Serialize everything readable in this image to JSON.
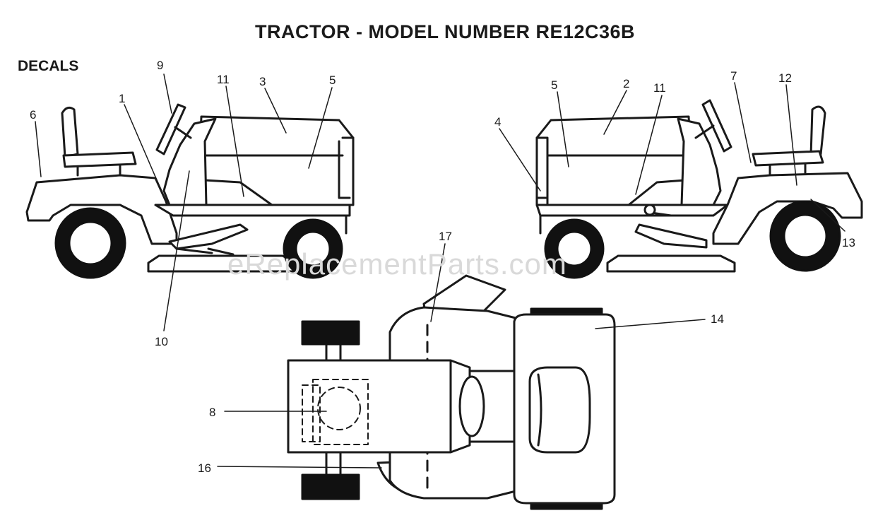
{
  "title": "TRACTOR  - MODEL NUMBER RE12C36B",
  "section": "DECALS",
  "watermark": "eReplacementParts.com",
  "colors": {
    "ink": "#1a1a1a",
    "fill": "#ffffff",
    "tire": "#111111",
    "watermark": "#d9d9d9"
  },
  "callouts": {
    "c1": "1",
    "c2": "2",
    "c3": "3",
    "c4": "4",
    "c5a": "5",
    "c5b": "5",
    "c6": "6",
    "c7": "7",
    "c8": "8",
    "c9": "9",
    "c10": "10",
    "c11a": "11",
    "c11b": "11",
    "c12": "12",
    "c13": "13",
    "c14": "14",
    "c16": "16",
    "c17": "17"
  }
}
